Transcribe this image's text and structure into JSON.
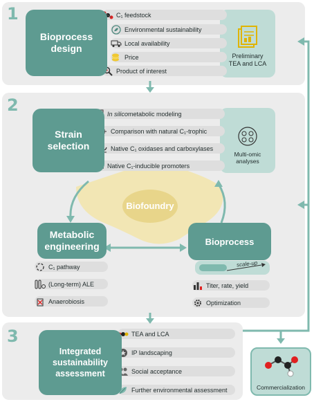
{
  "stages": [
    {
      "number": "1",
      "title_line1": "Bioprocess",
      "title_line2": "design",
      "items": [
        "C₁ feedstock",
        "Environmental sustainability",
        "Local availability",
        "Price",
        "Product of interest"
      ],
      "side_box_line1": "Preliminary",
      "side_box_line2": "TEA and LCA"
    },
    {
      "number": "2",
      "title_line1": "Strain",
      "title_line2": "selection",
      "items": [
        "In silico metabolic modeling",
        "Comparison with natural C₁-trophic",
        "Native C₁ oxidases and carboxylases",
        "Native C₁-inducible promoters"
      ],
      "side_box_line1": "Multi-omic",
      "side_box_line2": "analyses",
      "cycle_center": "Biofoundry",
      "metabolic": {
        "title_line1": "Metabolic",
        "title_line2": "engineering",
        "items": [
          "C₁ pathway",
          "(Long-term) ALE",
          "Anaerobiosis"
        ]
      },
      "bioprocess": {
        "title": "Bioprocess",
        "scale_label": "scale-up",
        "items": [
          "Titer, rate, yield",
          "Optimization"
        ]
      }
    },
    {
      "number": "3",
      "title_line1": "Integrated",
      "title_line2": "sustainability",
      "title_line3": "assessment",
      "items": [
        "TEA and LCA",
        "IP landscaping",
        "Social acceptance",
        "Further environmental assessment"
      ],
      "commercialization": "Commercialization"
    }
  ],
  "colors": {
    "teal": "#5e9b91",
    "light_teal": "#bfdcd6",
    "arrow": "#7fb9ae",
    "biofoundry": "#f2e6b4",
    "stage_bg": "#ececec",
    "pill": "#dedede"
  }
}
